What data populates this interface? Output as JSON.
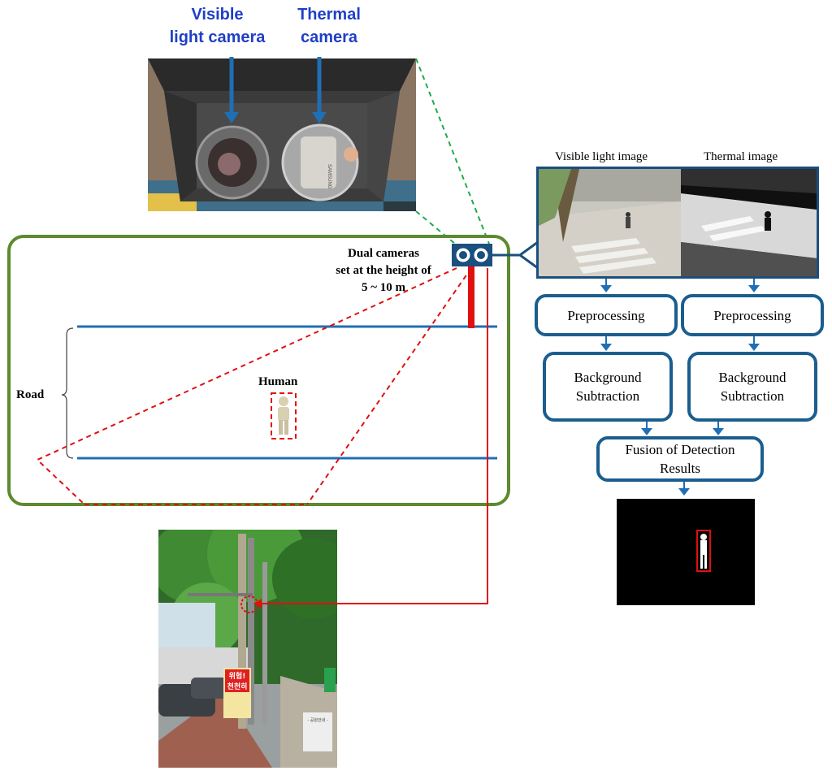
{
  "camera_photo": {
    "visible_label_line1": "Visible",
    "visible_label_line2": "light camera",
    "thermal_label_line1": "Thermal",
    "thermal_label_line2": "camera",
    "lens_brand_text": "SAMSUNG"
  },
  "scene": {
    "dual_cameras_line1": "Dual cameras",
    "dual_cameras_line2": "set at the height of",
    "dual_cameras_line3": "5 ~ 10 m",
    "road_label": "Road",
    "human_label": "Human"
  },
  "pipeline": {
    "visible_image_title": "Visible light image",
    "thermal_image_title": "Thermal image",
    "preprocessing_left": "Preprocessing",
    "preprocessing_right": "Preprocessing",
    "bg_sub_left_line1": "Background",
    "bg_sub_left_line2": "Subtraction",
    "bg_sub_right_line1": "Background",
    "bg_sub_right_line2": "Subtraction",
    "fusion_line1": "Fusion of Detection",
    "fusion_line2": "Results"
  },
  "street_photo": {
    "sign_line1": "위험!",
    "sign_line2": "천천히",
    "plaque_title": "- 공원안내 -"
  },
  "colors": {
    "arrow_blue": "#1f6fb4",
    "box_border": "#1b5e8e",
    "scene_border": "#5d8a2e",
    "road_line": "#1f6fb4",
    "detection_red": "#e01010",
    "label_blue": "#1f3fc7"
  }
}
